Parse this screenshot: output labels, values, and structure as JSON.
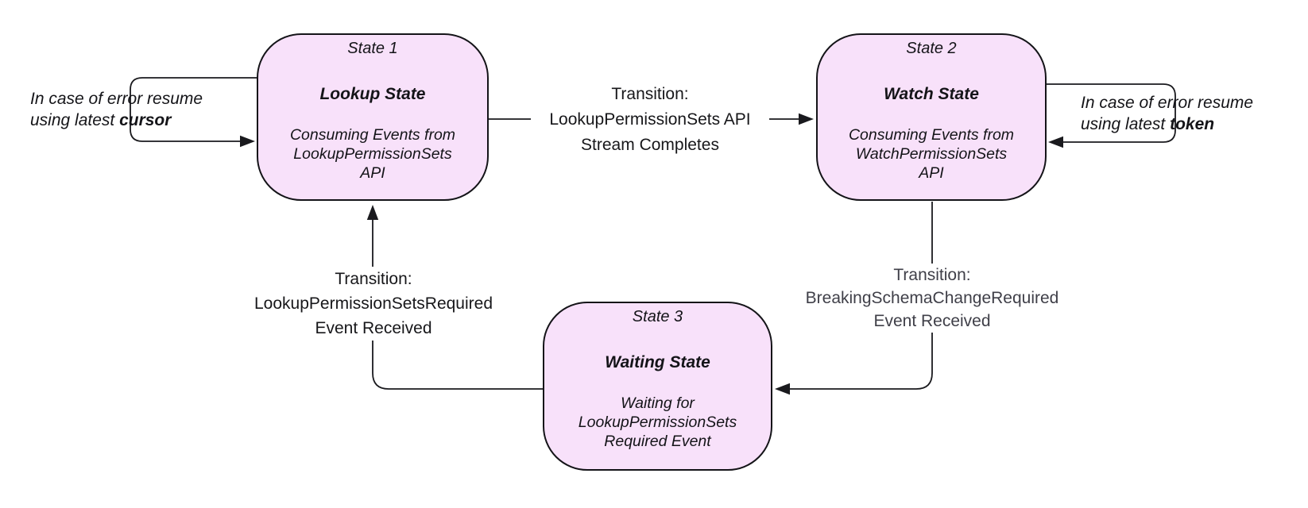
{
  "diagram_type": "state-machine",
  "colors": {
    "state_fill": "#f8e1fa",
    "state_border": "#141418",
    "edge_line": "#1a1a1e",
    "label_text": "#17171a",
    "muted_label_text": "#3f3f48",
    "background": "#ffffff"
  },
  "states": [
    {
      "title": "State 1",
      "name": "Lookup State",
      "description": "Consuming Events from\nLookupPermissionSets\nAPI"
    },
    {
      "title": "State 2",
      "name": "Watch State",
      "description": "Consuming Events from\nWatchPermissionSets\nAPI"
    },
    {
      "title": "State 3",
      "name": "Waiting State",
      "description": "Waiting for\nLookupPermissionSets\nRequired Event"
    }
  ],
  "transitions": [
    {
      "from": "State 1",
      "to": "State 2",
      "label": "Transition:\nLookupPermissionSets API\nStream Completes"
    },
    {
      "from": "State 2",
      "to": "State 3",
      "label": "Transition:\nBreakingSchemaChangeRequired\nEvent Received"
    },
    {
      "from": "State 3",
      "to": "State 1",
      "label": "Transition:\nLookupPermissionSetsRequired\nEvent Received"
    }
  ],
  "notes": [
    {
      "attached_to": "State 1",
      "prefix": "In case of error resume using latest ",
      "emphasis": "cursor"
    },
    {
      "attached_to": "State 2",
      "prefix": "In case of error resume using latest ",
      "emphasis": "token"
    }
  ]
}
